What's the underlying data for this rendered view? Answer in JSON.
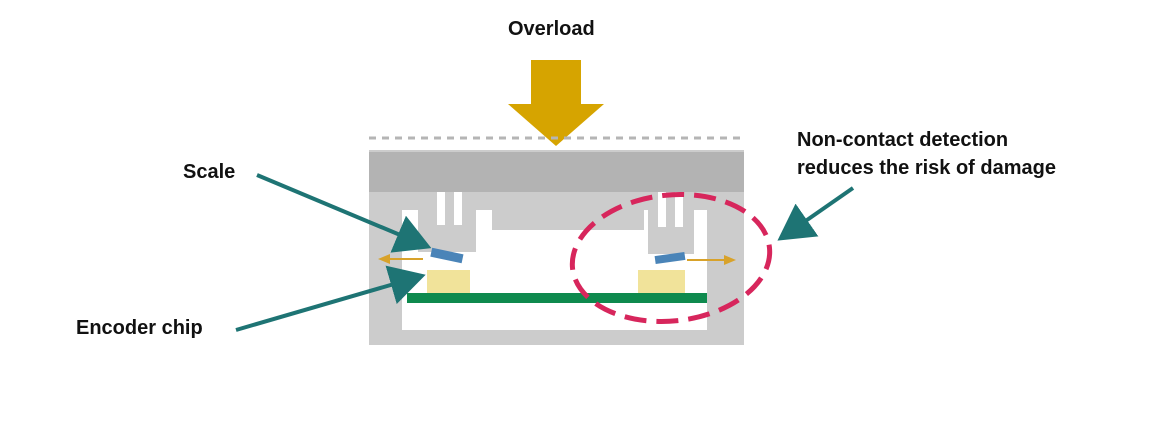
{
  "labels": {
    "overload": "Overload",
    "scale": "Scale",
    "encoder_chip": "Encoder chip",
    "noncontact_line1": "Non-contact detection",
    "noncontact_line2": "reduces the risk of damage"
  },
  "colors": {
    "overload_arrow": "#D6A400",
    "callout_arrow": "#1E7474",
    "highlight_ellipse": "#D7265C",
    "housing_light": "#CCCCCC",
    "housing_dark": "#B3B3B3",
    "scale": "#4A84B8",
    "encoder_chip": "#F1E39A",
    "circuit_board": "#0E8A4E",
    "motion_arrow": "#D8A22A"
  }
}
